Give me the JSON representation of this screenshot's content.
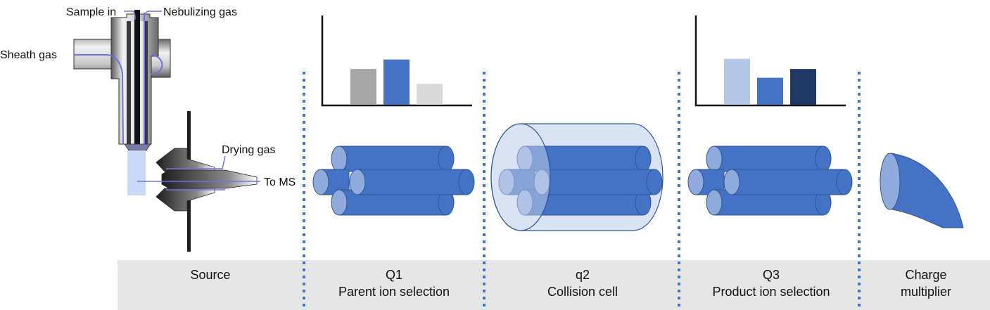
{
  "source_labels": {
    "sample_in": "Sample in",
    "nebulizing_gas": "Nebulizing gas",
    "sheath_gas": "Sheath gas",
    "drying_gas": "Drying gas",
    "to_ms": "To MS"
  },
  "stages": [
    {
      "line1": "Source",
      "line2": ""
    },
    {
      "line1": "Q1",
      "line2": "Parent ion selection"
    },
    {
      "line1": "q2",
      "line2": "Collision cell"
    },
    {
      "line1": "Q3",
      "line2": "Product ion selection"
    },
    {
      "line1": "Charge",
      "line2": "multiplier"
    }
  ],
  "spectra": [
    {
      "name": "q1-spectrum",
      "bars": [
        {
          "level": 0.53,
          "color": "#a6a6a6"
        },
        {
          "level": 0.67,
          "color": "#4472c4"
        },
        {
          "level": 0.31,
          "color": "#d9d9d9"
        }
      ]
    },
    {
      "name": "q3-spectrum",
      "bars": [
        {
          "level": 0.68,
          "color": "#b4c7e7"
        },
        {
          "level": 0.4,
          "color": "#4472c4"
        },
        {
          "level": 0.53,
          "color": "#203864"
        }
      ]
    }
  ],
  "colors": {
    "rod_fill": "#4472c4",
    "rod_end": "#8faadc",
    "rod_stroke": "#2f5597",
    "cell_fill": "#dae3f3",
    "bottom_band": "#e7e6e6",
    "divider": "#4472c4",
    "spray_plume": "#c9daf8",
    "gas_line": "#7070e0"
  }
}
